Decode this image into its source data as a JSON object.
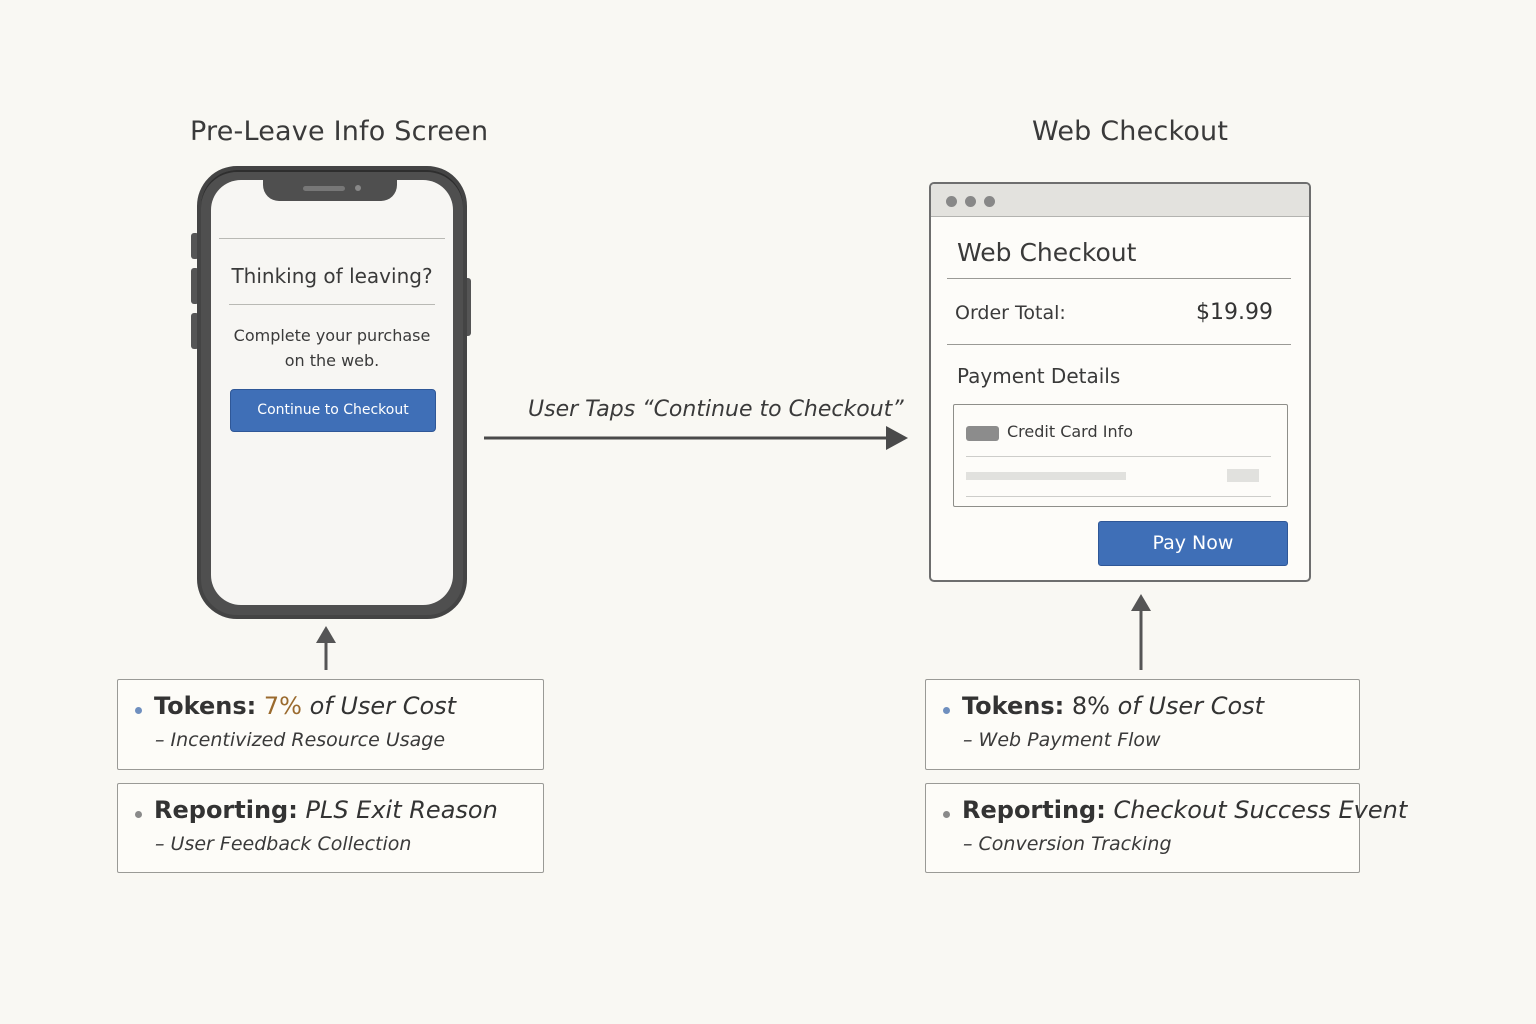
{
  "titles": {
    "left": "Pre-Leave Info Screen",
    "right": "Web Checkout"
  },
  "phone": {
    "heading": "Thinking of leaving?",
    "body_line1": "Complete your purchase",
    "body_line2": "on the web.",
    "button": "Continue to Checkout"
  },
  "flow": {
    "label": "User Taps “Continue to Checkout”"
  },
  "browser": {
    "title": "Web Checkout",
    "order_label": "Order Total:",
    "order_value": "$19.99",
    "payment_label": "Payment Details",
    "card_label": "Credit Card Info",
    "pay_button": "Pay Now"
  },
  "left_boxes": {
    "tokens": {
      "key": "Tokens:",
      "pct": "7%",
      "rest": "of User Cost",
      "sub": "– Incentivized Resource Usage"
    },
    "reporting": {
      "key": "Reporting:",
      "rest": "PLS Exit Reason",
      "sub": "– User Feedback Collection"
    }
  },
  "right_boxes": {
    "tokens": {
      "key": "Tokens:",
      "pct": "8%",
      "rest": "of User Cost",
      "sub": "– Web Payment Flow"
    },
    "reporting": {
      "key": "Reporting:",
      "rest": "Checkout Success Event",
      "sub": "– Conversion Tracking"
    }
  },
  "colors": {
    "accent_blue": "#3f6fb7",
    "bullet_blue": "#6f8fbf",
    "bullet_gray": "#8a8a8a",
    "pct_accent": "#9a6a2e",
    "background": "#f9f8f3"
  }
}
